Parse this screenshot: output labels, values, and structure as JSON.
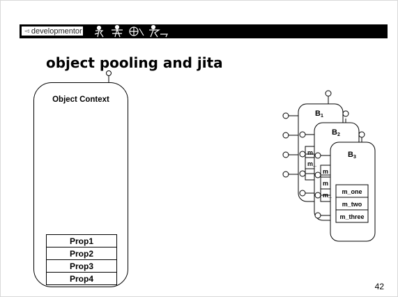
{
  "header": {
    "brand_label": "developmentor"
  },
  "slide": {
    "title": "object pooling and jita",
    "page_number": "42"
  },
  "object_context": {
    "title": "Object Context",
    "props": [
      "Prop1",
      "Prop2",
      "Prop3",
      "Prop4"
    ]
  },
  "objects": [
    {
      "label": "B",
      "subscript": "1",
      "fields": [
        "m",
        "m_"
      ]
    },
    {
      "label": "B",
      "subscript": "2",
      "fields": [
        "m",
        "m",
        "m_"
      ]
    },
    {
      "label": "B",
      "subscript": "3",
      "fields": [
        "m_one",
        "m_two",
        "m_three"
      ]
    }
  ]
}
